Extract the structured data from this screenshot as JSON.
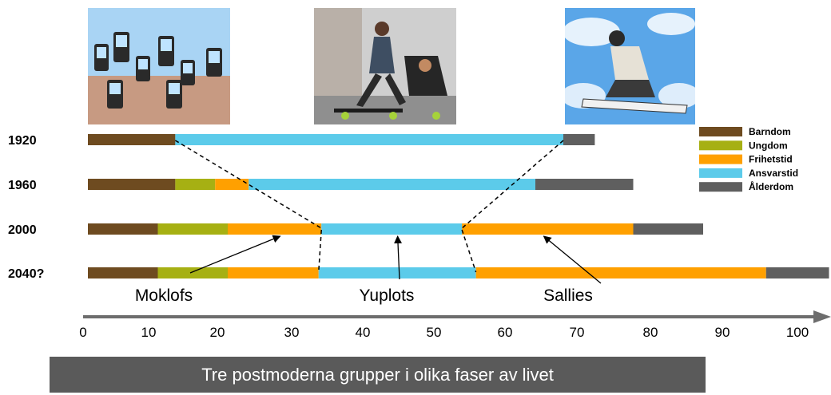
{
  "chart_data": {
    "type": "bar",
    "orientation": "horizontal-stacked-timeline",
    "categories": [
      "1920",
      "1960",
      "2000",
      "2040?"
    ],
    "phases": [
      "Barndom",
      "Ungdom",
      "Frihetstid",
      "Ansvarstid",
      "Ålderdom"
    ],
    "colors": {
      "Barndom": "#6e4b20",
      "Ungdom": "#a6b013",
      "Frihetstid": "#ffa000",
      "Ansvarstid": "#5ccbea",
      "Ålderdom": "#5f5f5f"
    },
    "rows": [
      {
        "label": "1920",
        "segments": [
          {
            "phase": "Barndom",
            "start": 0,
            "end": 12.5
          },
          {
            "phase": "Ansvarstid",
            "start": 12.5,
            "end": 68
          },
          {
            "phase": "Ålderdom",
            "start": 68,
            "end": 72.5
          }
        ]
      },
      {
        "label": "1960",
        "segments": [
          {
            "phase": "Barndom",
            "start": 0,
            "end": 12.5
          },
          {
            "phase": "Ungdom",
            "start": 12.5,
            "end": 18.2
          },
          {
            "phase": "Frihetstid",
            "start": 18.2,
            "end": 23
          },
          {
            "phase": "Ansvarstid",
            "start": 23,
            "end": 64
          },
          {
            "phase": "Ålderdom",
            "start": 64,
            "end": 78
          }
        ]
      },
      {
        "label": "2000",
        "segments": [
          {
            "phase": "Barndom",
            "start": 0,
            "end": 10
          },
          {
            "phase": "Ungdom",
            "start": 10,
            "end": 20
          },
          {
            "phase": "Frihetstid",
            "start": 20,
            "end": 33.4
          },
          {
            "phase": "Ansvarstid",
            "start": 33.4,
            "end": 53.5
          },
          {
            "phase": "Frihetstid",
            "start": 53.5,
            "end": 78
          },
          {
            "phase": "Ålderdom",
            "start": 78,
            "end": 88
          }
        ]
      },
      {
        "label": "2040?",
        "segments": [
          {
            "phase": "Barndom",
            "start": 0,
            "end": 10
          },
          {
            "phase": "Ungdom",
            "start": 10,
            "end": 20
          },
          {
            "phase": "Frihetstid",
            "start": 20,
            "end": 33
          },
          {
            "phase": "Ansvarstid",
            "start": 33,
            "end": 55.5
          },
          {
            "phase": "Frihetstid",
            "start": 55.5,
            "end": 97
          },
          {
            "phase": "Ålderdom",
            "start": 97,
            "end": 106
          }
        ]
      }
    ],
    "x_ticks": [
      0,
      10,
      20,
      30,
      40,
      50,
      60,
      70,
      80,
      90,
      100
    ],
    "xlim": [
      0,
      106
    ],
    "dashed_connectors": [
      {
        "from_row": "1920",
        "to_row": "2000",
        "from_x": 12.5,
        "to_x": 33.4
      },
      {
        "from_row": "1920",
        "to_row": "2000",
        "from_x": 68,
        "to_x": 53.5
      },
      {
        "from_row": "2000",
        "to_row": "2040?",
        "from_x": 33.4,
        "to_x": 33
      },
      {
        "from_row": "2000",
        "to_row": "2040?",
        "from_x": 53.5,
        "to_x": 55.5
      }
    ],
    "annotations": [
      {
        "label": "Moklofs",
        "points_to": {
          "row": "2000",
          "x": 27.5
        }
      },
      {
        "label": "Yuplots",
        "points_to": {
          "row": "2000",
          "x": 44.3
        }
      },
      {
        "label": "Sallies",
        "points_to": {
          "row": "2000",
          "x": 65.2
        }
      }
    ],
    "legend": [
      "Barndom",
      "Ungdom",
      "Frihetstid",
      "Ansvarstid",
      "Ålderdom"
    ],
    "legend_position": "top-right",
    "grid": false
  },
  "photos": [
    {
      "icon": "mobile-phones-photo",
      "sky": "#8fc6ef"
    },
    {
      "icon": "woman-skateboard-stroller-photo",
      "sky": "#c9c9c9"
    },
    {
      "icon": "snowboarder-photo",
      "sky": "#4f9ee4"
    }
  ],
  "caption": "Tre postmoderna grupper i olika faser av livet"
}
